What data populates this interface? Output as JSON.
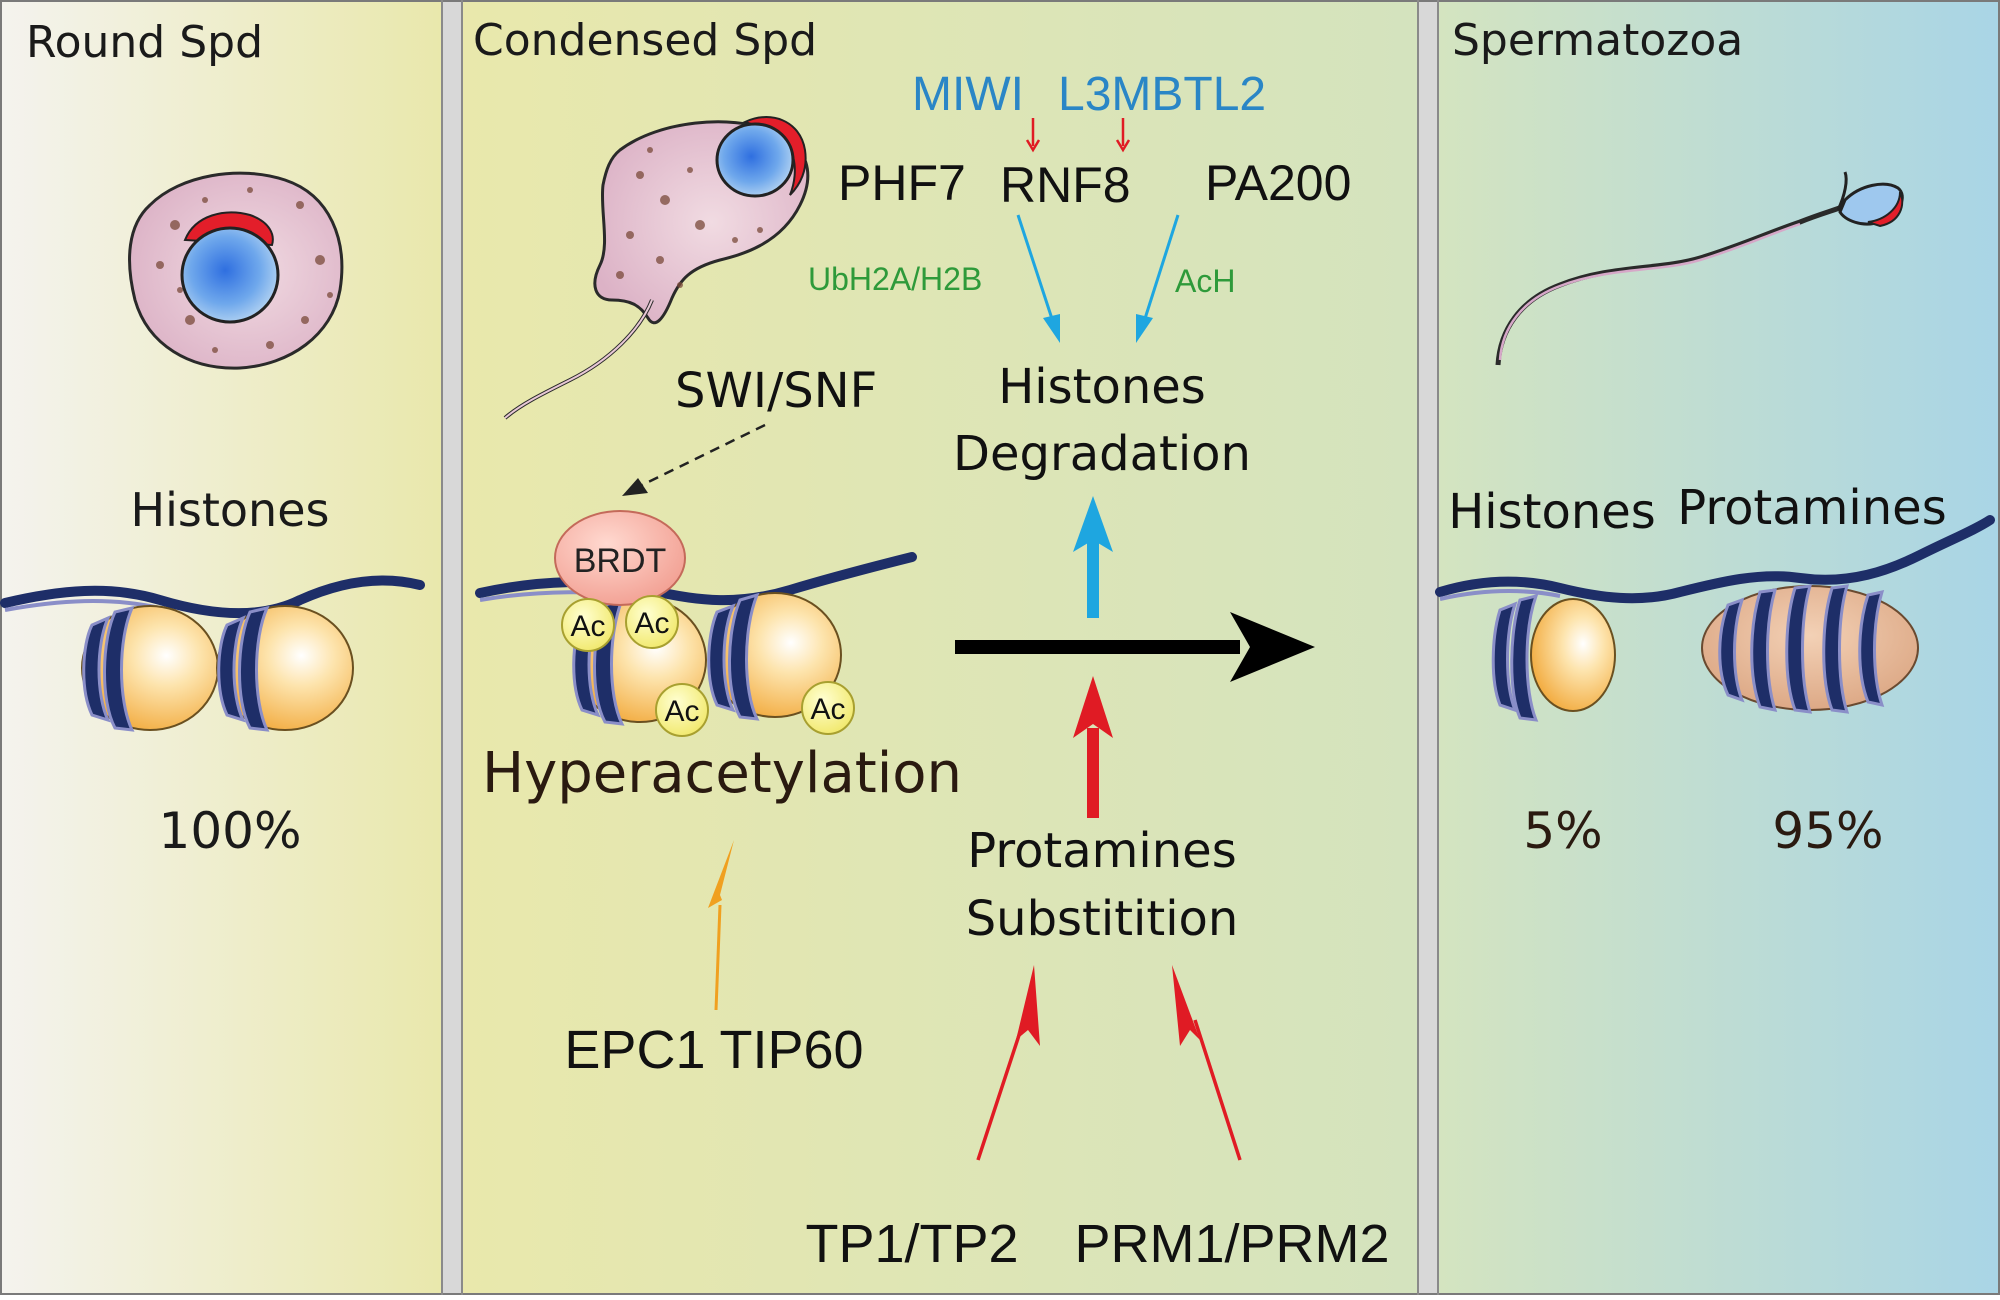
{
  "panels": {
    "round": {
      "title": "Round Spd",
      "histones_label": "Histones",
      "percent": "100%"
    },
    "condensed": {
      "title": "Condensed Spd",
      "miwi": "MIWI",
      "l3mbtl2": "L3MBTL2",
      "phf7": "PHF7",
      "rnf8": "RNF8",
      "pa200": "PA200",
      "ubh2a": "UbH2A/H2B",
      "ach": "AcH",
      "swisnf": "SWI/SNF",
      "histones_degradation_1": "Histones",
      "histones_degradation_2": "Degradation",
      "brdt": "BRDT",
      "ac": "Ac",
      "hyperacetylation": "Hyperacetylation",
      "protamines_sub_1": "Protamines",
      "protamines_sub_2": "Substitition",
      "epc1_tip60": "EPC1 TIP60",
      "tp1_tp2": "TP1/TP2",
      "prm1_prm2": "PRM1/PRM2"
    },
    "sperm": {
      "title": "Spermatozoa",
      "histones_label": "Histones",
      "protamines_label": "Protamines",
      "histones_percent": "5%",
      "protamines_percent": "95%"
    }
  },
  "colors": {
    "blue_text": "#2a86c6",
    "green_text": "#2e9a3a",
    "red_arrow": "#e01b24",
    "blue_arrow": "#1ea6e0",
    "orange_arrow": "#f0a020",
    "dna_navy": "#1e2e68",
    "dna_lilac": "#8a8ec8",
    "histone_orange": "#f3a93a",
    "protamine_tan": "#e3b08c"
  }
}
